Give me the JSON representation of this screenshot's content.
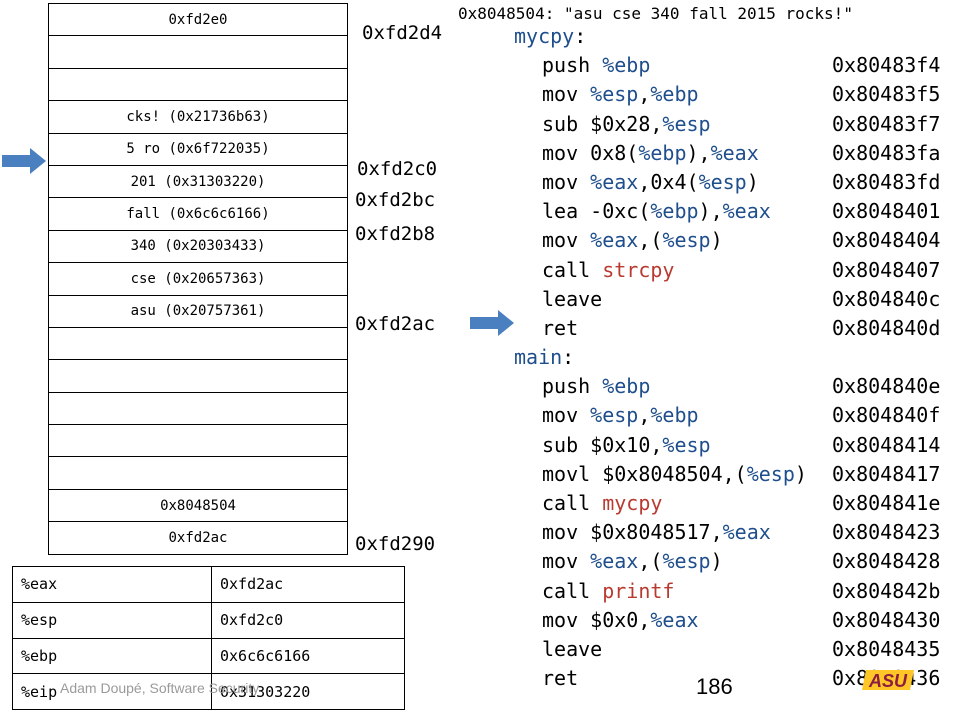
{
  "header": {
    "string_def": "0x8048504: \"asu cse 340 fall 2015 rocks!\""
  },
  "stack": {
    "cells": [
      "0xfd2e0",
      "",
      "",
      "cks! (0x21736b63)",
      "5 ro (0x6f722035)",
      "201 (0x31303220)",
      "fall (0x6c6c6166)",
      "340 (0x20303433)",
      "cse (0x20657363)",
      "asu (0x20757361)",
      "",
      "",
      "",
      "",
      "",
      "0x8048504",
      "0xfd2ac"
    ],
    "labels": [
      "0xfd2d4",
      "0xfd2c0",
      "0xfd2bc",
      "0xfd2b8",
      "0xfd2ac",
      "0xfd290"
    ]
  },
  "code": {
    "lines": [
      {
        "label": "mycpy",
        "colon": ":"
      },
      {
        "parts": [
          [
            "push ",
            "t"
          ],
          [
            "%ebp",
            "r"
          ]
        ],
        "addr": "0x80483f4"
      },
      {
        "parts": [
          [
            "mov ",
            "t"
          ],
          [
            "%esp",
            "r"
          ],
          [
            ",",
            "t"
          ],
          [
            "%ebp",
            "r"
          ]
        ],
        "addr": "0x80483f5"
      },
      {
        "parts": [
          [
            "sub $0x28,",
            "t"
          ],
          [
            "%esp",
            "r"
          ]
        ],
        "addr": "0x80483f7"
      },
      {
        "parts": [
          [
            "mov 0x8(",
            "t"
          ],
          [
            "%ebp",
            "r"
          ],
          [
            "),",
            "t"
          ],
          [
            "%eax",
            "r"
          ]
        ],
        "addr": "0x80483fa"
      },
      {
        "parts": [
          [
            "mov ",
            "t"
          ],
          [
            "%eax",
            "r"
          ],
          [
            ",0x4(",
            "t"
          ],
          [
            "%esp",
            "r"
          ],
          [
            ")",
            "t"
          ]
        ],
        "addr": "0x80483fd"
      },
      {
        "parts": [
          [
            "lea -0xc(",
            "t"
          ],
          [
            "%ebp",
            "r"
          ],
          [
            "),",
            "t"
          ],
          [
            "%eax",
            "r"
          ]
        ],
        "addr": "0x8048401"
      },
      {
        "parts": [
          [
            "mov ",
            "t"
          ],
          [
            "%eax",
            "r"
          ],
          [
            ",(",
            "t"
          ],
          [
            "%esp",
            "r"
          ],
          [
            ")",
            "t"
          ]
        ],
        "addr": "0x8048404"
      },
      {
        "parts": [
          [
            "call ",
            "t"
          ],
          [
            "strcpy",
            "f"
          ]
        ],
        "addr": "0x8048407"
      },
      {
        "parts": [
          [
            "leave",
            "t"
          ]
        ],
        "addr": "0x804840c"
      },
      {
        "parts": [
          [
            "ret",
            "t"
          ]
        ],
        "addr": "0x804840d"
      },
      {
        "label": "main",
        "colon": ":"
      },
      {
        "parts": [
          [
            "push ",
            "t"
          ],
          [
            "%ebp",
            "r"
          ]
        ],
        "addr": "0x804840e"
      },
      {
        "parts": [
          [
            "mov ",
            "t"
          ],
          [
            "%esp",
            "r"
          ],
          [
            ",",
            "t"
          ],
          [
            "%ebp",
            "r"
          ]
        ],
        "addr": "0x804840f"
      },
      {
        "parts": [
          [
            "sub $0x10,",
            "t"
          ],
          [
            "%esp",
            "r"
          ]
        ],
        "addr": "0x8048414"
      },
      {
        "parts": [
          [
            "movl $0x8048504,(",
            "t"
          ],
          [
            "%esp",
            "r"
          ],
          [
            ")",
            "t"
          ]
        ],
        "addr": "0x8048417"
      },
      {
        "parts": [
          [
            "call ",
            "t"
          ],
          [
            "mycpy",
            "f"
          ]
        ],
        "addr": "0x804841e"
      },
      {
        "parts": [
          [
            "mov $0x8048517,",
            "t"
          ],
          [
            "%eax",
            "r"
          ]
        ],
        "addr": "0x8048423"
      },
      {
        "parts": [
          [
            "mov ",
            "t"
          ],
          [
            "%eax",
            "r"
          ],
          [
            ",(",
            "t"
          ],
          [
            "%esp",
            "r"
          ],
          [
            ")",
            "t"
          ]
        ],
        "addr": "0x8048428"
      },
      {
        "parts": [
          [
            "call ",
            "t"
          ],
          [
            "printf",
            "f"
          ]
        ],
        "addr": "0x804842b"
      },
      {
        "parts": [
          [
            "mov $0x0,",
            "t"
          ],
          [
            "%eax",
            "r"
          ]
        ],
        "addr": "0x8048430"
      },
      {
        "parts": [
          [
            "leave",
            "t"
          ]
        ],
        "addr": "0x8048435"
      },
      {
        "parts": [
          [
            "ret",
            "t"
          ]
        ],
        "addr": "0x8048436"
      }
    ]
  },
  "registers": [
    {
      "name": "%eax",
      "value": "0xfd2ac"
    },
    {
      "name": "%esp",
      "value": "0xfd2c0"
    },
    {
      "name": "%ebp",
      "value": "0x6c6c6166"
    },
    {
      "name": "%eip",
      "value": "0x31303220"
    }
  ],
  "footer": {
    "credit": "Adam Doupé, Software Security",
    "slide_number": "186",
    "logo_text": "ASU"
  },
  "colors": {
    "register": "#1f4e8c",
    "function": "#b83a30",
    "arrow": "#4a7fc0"
  },
  "icons": {
    "stack_pointer_arrow": "arrow-right-icon",
    "instruction_pointer_arrow": "arrow-right-icon"
  }
}
